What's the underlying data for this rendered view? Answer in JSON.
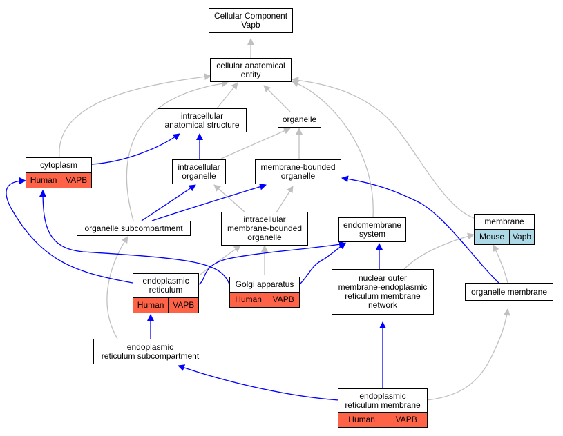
{
  "colors": {
    "gray_edge": "#c0c0c0",
    "blue_edge": "#0000ff",
    "human_fill": "#ff6347",
    "mouse_fill": "#add8e6"
  },
  "nodes": {
    "root": {
      "label": "Cellular Component\nVapb"
    },
    "cae": {
      "label": "cellular anatomical\nentity"
    },
    "ias": {
      "label": "intracellular\nanatomical structure"
    },
    "organelle": {
      "label": "organelle"
    },
    "cytoplasm": {
      "label": "cytoplasm",
      "tags": [
        "Human",
        "VAPB"
      ]
    },
    "io": {
      "label": "intracellular\norganelle"
    },
    "mbo": {
      "label": "membrane-bounded\norganelle"
    },
    "osc": {
      "label": "organelle subcompartment"
    },
    "imbo": {
      "label": "intracellular\nmembrane-bounded\norganelle"
    },
    "endo": {
      "label": "endomembrane\nsystem"
    },
    "membrane": {
      "label": "membrane",
      "tags": [
        "Mouse",
        "Vapb"
      ]
    },
    "er": {
      "label": "endoplasmic\nreticulum",
      "tags": [
        "Human",
        "VAPB"
      ]
    },
    "golgi": {
      "label": "Golgi apparatus",
      "tags": [
        "Human",
        "VAPB"
      ]
    },
    "nomer": {
      "label": "nuclear outer\nmembrane-endoplasmic\nreticulum membrane\nnetwork"
    },
    "om": {
      "label": "organelle membrane"
    },
    "ersc": {
      "label": "endoplasmic\nreticulum subcompartment"
    },
    "erm": {
      "label": "endoplasmic\nreticulum membrane",
      "tags": [
        "Human",
        "VAPB"
      ]
    }
  }
}
